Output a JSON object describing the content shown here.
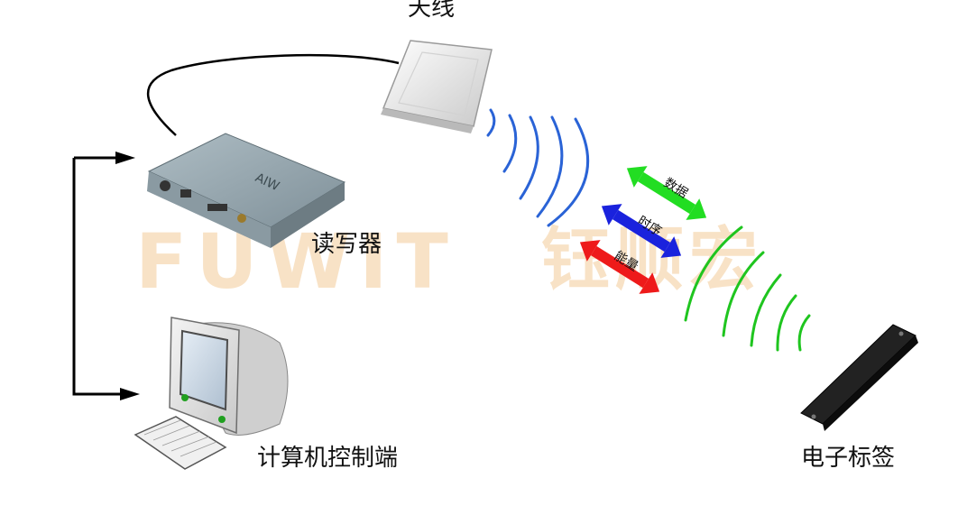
{
  "labels": {
    "antenna": "天线",
    "reader": "读写器",
    "computer": "计算机控制端",
    "tag": "电子标签"
  },
  "arrows": [
    {
      "label": "数据",
      "color": "#22dd22"
    },
    {
      "label": "时序",
      "color": "#1a22dd"
    },
    {
      "label": "能量",
      "color": "#ee1a1a"
    }
  ],
  "watermark": {
    "latin": "FUWIT",
    "cn": "钰顺宏"
  },
  "colors": {
    "wave_blue": "#2a63d6",
    "wave_green": "#1fc51f",
    "connector": "#000000"
  }
}
